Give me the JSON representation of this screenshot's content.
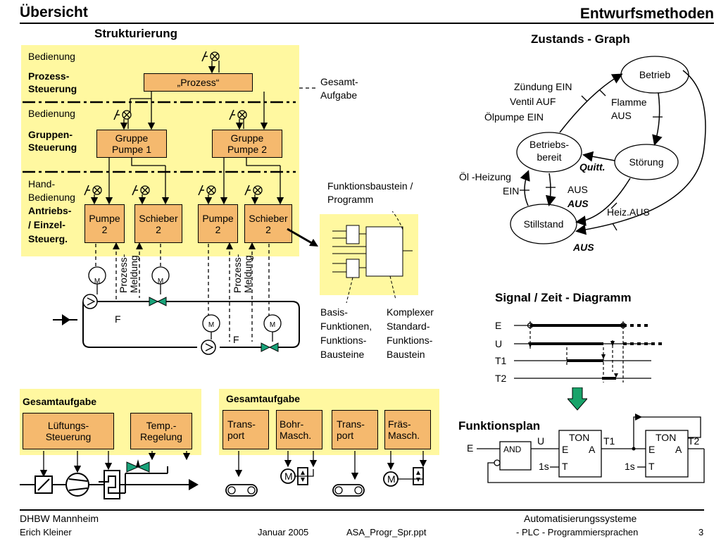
{
  "header": {
    "left_title": "Übersicht",
    "right_title": "Entwurfsmethoden"
  },
  "struktur": {
    "title": "Strukturierung",
    "bedienung1": "Bedienung",
    "prozess_steuerung": [
      "Prozess-",
      "Steuerung"
    ],
    "bedienung2": "Bedienung",
    "gruppen_steuerung": [
      "Gruppen-",
      "Steuerung"
    ],
    "hand_bedienung": [
      "Hand-",
      "Bedienung"
    ],
    "antriebs": [
      "Antriebs-",
      "/ Einzel-",
      "Steuerg."
    ],
    "prozess_box": "„Prozess“",
    "gesamt_aufgabe": [
      "Gesamt-",
      "Aufgabe"
    ],
    "gruppe1": [
      "Gruppe",
      "Pumpe 1"
    ],
    "gruppe2": [
      "Gruppe",
      "Pumpe 2"
    ],
    "pumpe2a": [
      "Pumpe",
      "2"
    ],
    "schieber2a": [
      "Schieber",
      "2"
    ],
    "pumpe2b": [
      "Pumpe",
      "2"
    ],
    "schieber2b": [
      "Schieber",
      "2"
    ],
    "prozess_meldung1": [
      "Prozess-",
      "Meldung"
    ],
    "prozess_meldung2": [
      "Prozess-",
      "Meldung"
    ],
    "motor": "M",
    "flow": "F"
  },
  "fb": {
    "title": [
      "Funktionsbaustein /",
      "Programm"
    ],
    "basis": [
      "Basis-",
      "Funktionen,",
      "Funktions-",
      "Bausteine"
    ],
    "komplex": [
      "Komplexer",
      "Standard-",
      "Funktions-",
      "Baustein"
    ]
  },
  "zustand": {
    "title": "Zustands - Graph",
    "states": {
      "betrieb": "Betrieb",
      "bereit": [
        "Betriebs-",
        "bereit"
      ],
      "stoerung": "Störung",
      "stillstand": "Stillstand"
    },
    "labels": {
      "zuendung": "Zündung EIN",
      "ventil": "Ventil AUF",
      "oelpumpe": "Ölpumpe EIN",
      "flamme": [
        "Flamme",
        "AUS"
      ],
      "quitt": "Quitt.",
      "oelheizung": [
        "Öl -Heizung",
        "EIN"
      ],
      "aus": "AUS",
      "aus_bi": "AUS",
      "heizaus": "Heiz.AUS",
      "aus_bottom": "AUS"
    }
  },
  "signal": {
    "title": "Signal / Zeit - Diagramm",
    "rows": [
      "E",
      "U",
      "T1",
      "T2"
    ]
  },
  "fup": {
    "title": "Funktionsplan",
    "e": "E",
    "u": "U",
    "t1": "T1",
    "t2": "T2",
    "and_label": "AND",
    "ton": "TON",
    "ton_e": "E",
    "ton_a": "A",
    "ton_t": "T",
    "time": "1s"
  },
  "gesamt_left": {
    "title": "Gesamtaufgabe",
    "lueftung": [
      "Lüftungs-",
      "Steuerung"
    ],
    "temp": [
      "Temp.-",
      "Regelung"
    ]
  },
  "gesamt_right": {
    "title": "Gesamtaufgabe",
    "boxes": [
      [
        "Trans-",
        "port"
      ],
      [
        "Bohr-",
        "Masch."
      ],
      [
        "Trans-",
        "port"
      ],
      [
        "Fräs-",
        "Masch."
      ]
    ],
    "motor": "M"
  },
  "footer": {
    "org": "DHBW  Mannheim",
    "course": "Automatisierungssysteme",
    "author": "Erich Kleiner",
    "date": "Januar 2005",
    "file": "ASA_Progr_Spr.ppt",
    "subtitle": "- PLC - Programmiersprachen",
    "page": "3"
  },
  "colors": {
    "pale_yellow": "#fff8a0",
    "orange_box": "#f5b96e",
    "green_arrow": "#19a36a",
    "valve_green": "#1aa37a"
  }
}
